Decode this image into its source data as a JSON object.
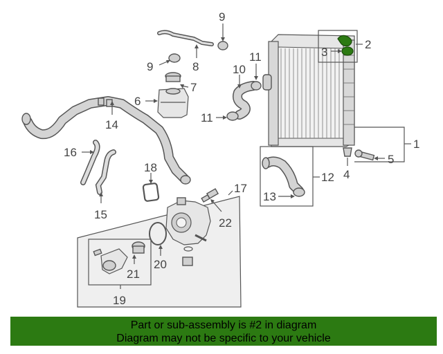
{
  "callouts": {
    "c1": "1",
    "c2": "2",
    "c3": "3",
    "c4": "4",
    "c5": "5",
    "c6": "6",
    "c7": "7",
    "c8": "8",
    "c9a": "9",
    "c9b": "9",
    "c10": "10",
    "c11a": "11",
    "c11b": "11",
    "c12": "12",
    "c13": "13",
    "c14": "14",
    "c15": "15",
    "c16": "16",
    "c17": "17",
    "c18": "18",
    "c19": "19",
    "c20": "20",
    "c21": "21",
    "c22": "22"
  },
  "banner": {
    "line1": "Part or sub-assembly is #2 in diagram",
    "line2": "Diagram may not be specific to your vehicle",
    "color": "#2c7a12"
  },
  "highlight": {
    "part": "2",
    "color": "#2c7a12"
  }
}
